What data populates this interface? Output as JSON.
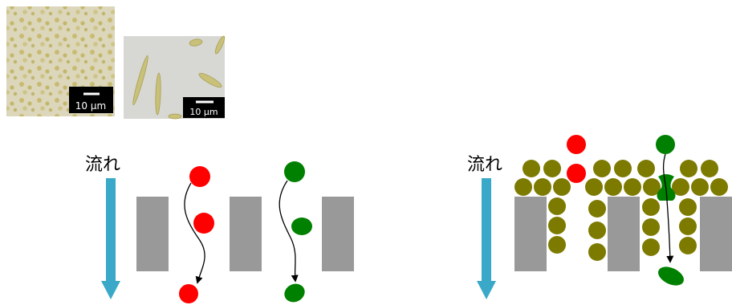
{
  "micrographs": {
    "left_scale_label": "10 µm",
    "right_scale_label": "10 µm"
  },
  "left_panel": {
    "flow_label": "流れ"
  },
  "right_panel": {
    "flow_label": "流れ"
  },
  "colors": {
    "flow_arrow": "#3aa8c8",
    "pillar": "#999999",
    "red_particle": "#ff0000",
    "green_particle": "#008000",
    "olive_cell": "#7d7a00",
    "path_arrow": "#000000",
    "scale_bar_bg": "#000000",
    "scale_bar_text": "#ffffff",
    "micrograph_left_bg": "#d9d2b6",
    "micrograph_right_bg": "#d7d7d4"
  }
}
